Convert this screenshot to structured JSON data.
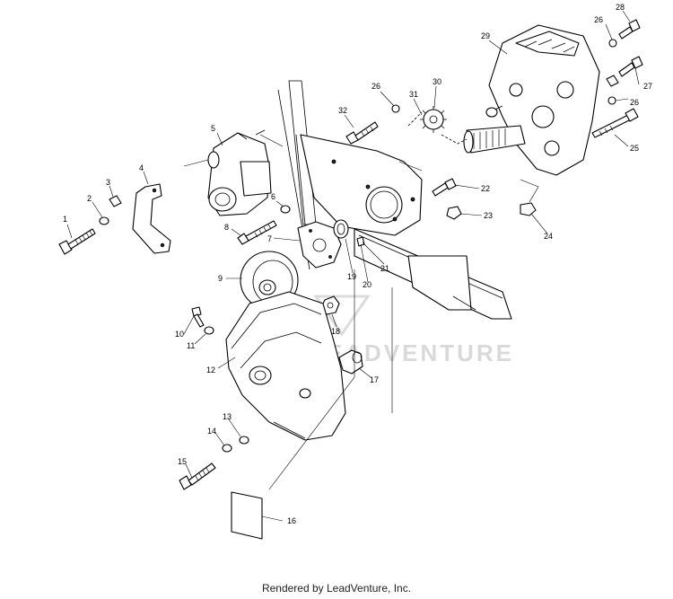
{
  "callouts": {
    "c1": "1",
    "c2": "2",
    "c3": "3",
    "c4": "4",
    "c5": "5",
    "c6": "6",
    "c7": "7",
    "c8": "8",
    "c9": "9",
    "c10": "10",
    "c11": "11",
    "c12": "12",
    "c13": "13",
    "c14": "14",
    "c15": "15",
    "c16": "16",
    "c17": "17",
    "c18": "18",
    "c19": "19",
    "c20": "20",
    "c21": "21",
    "c22": "22",
    "c23": "23",
    "c24": "24",
    "c25": "25",
    "c26a": "26",
    "c26b": "26",
    "c26c": "26",
    "c27": "27",
    "c28": "28",
    "c29": "29",
    "c30": "30",
    "c31": "31",
    "c32": "32"
  },
  "watermark": "LEADVENTURE",
  "footer": "Rendered by LeadVenture, Inc."
}
